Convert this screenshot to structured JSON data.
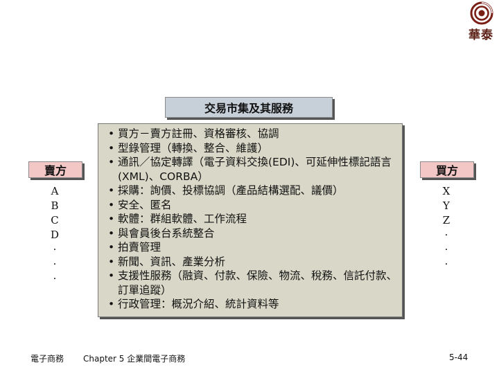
{
  "logo": {
    "text": "華泰",
    "icon": "spiral-logo-icon",
    "color": "#7a1f16"
  },
  "diagram": {
    "title": "交易市集及其服務",
    "seller": {
      "label": "賣方",
      "items": [
        "A",
        "B",
        "C",
        "D",
        "·",
        "·",
        "·"
      ]
    },
    "buyer": {
      "label": "買方",
      "items": [
        "X",
        "Y",
        "Z",
        "·",
        "·",
        "·"
      ]
    },
    "services": [
      "買方－賣方註冊、資格審核、協調",
      "型錄管理（轉換、整合、維護）",
      "通訊／協定轉譯（電子資料交換(EDI)、可延伸性標記語言(XML)、CORBA）",
      "採購：詢價、投標協調（產品結構選配、議價）",
      "安全、匿名",
      "軟體：群組軟體、工作流程",
      "與會員後台系統整合",
      "拍賣管理",
      "新聞、資訊、產業分析",
      "支援性服務（融資、付款、保險、物流、稅務、信託付款、訂單追蹤）",
      "行政管理：概況介紹、統計資料等"
    ],
    "colors": {
      "title_bg": "#c7cfd9",
      "box_bg": "#d9d8c8",
      "label_bg": "#f3c7c5"
    }
  },
  "footer": {
    "left": "電子商務",
    "chapter": "Chapter 5 企業間電子商務",
    "page": "5-44"
  }
}
